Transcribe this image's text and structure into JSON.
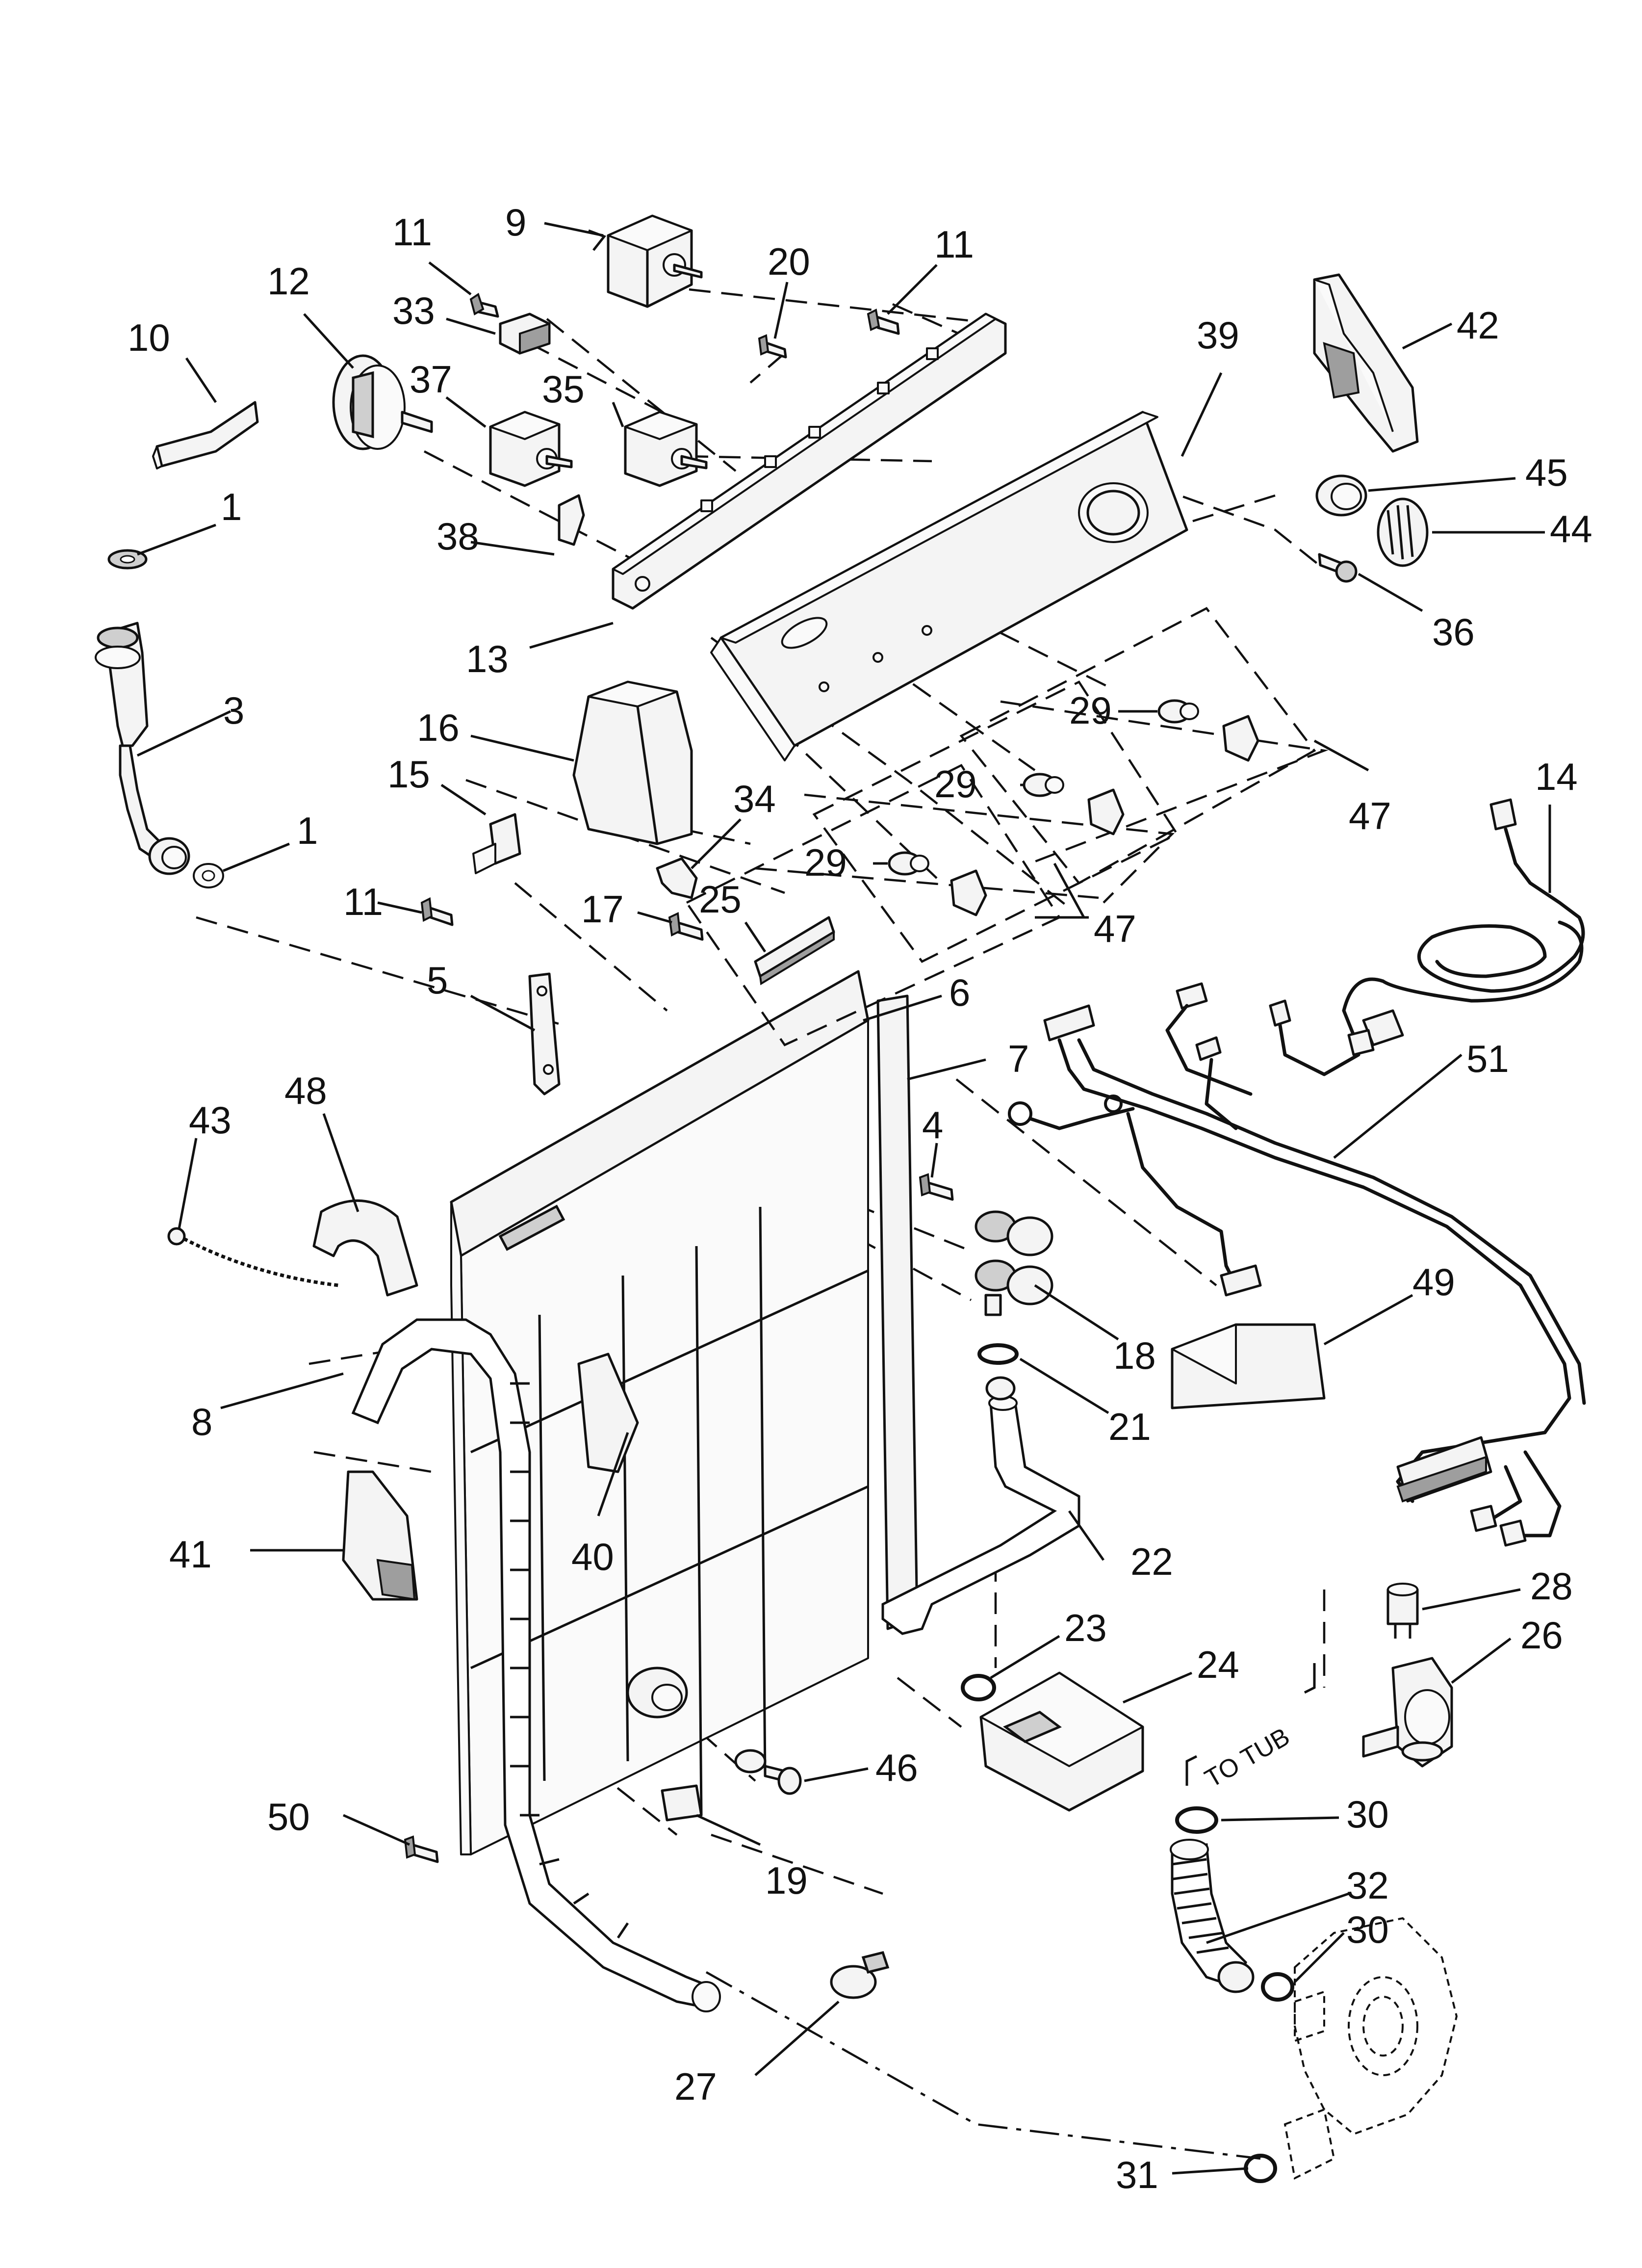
{
  "diagram": {
    "to_tub_label": "TO TUB",
    "callouts": {
      "c9": "9",
      "c11a": "11",
      "c20": "20",
      "c11b": "11",
      "c12": "12",
      "c33": "33",
      "c10": "10",
      "c37": "37",
      "c35": "35",
      "c39": "39",
      "c42": "42",
      "c1a": "1",
      "c38": "38",
      "c45": "45",
      "c44": "44",
      "c13": "13",
      "c36": "36",
      "c3": "3",
      "c16": "16",
      "c29a": "29",
      "c15": "15",
      "c14": "14",
      "c29b": "29",
      "c1b": "1",
      "c34": "34",
      "c47a": "47",
      "c29c": "29",
      "c11c": "11",
      "c17": "17",
      "c25": "25",
      "c47b": "47",
      "c5": "5",
      "c6": "6",
      "c7": "7",
      "c51": "51",
      "c43": "43",
      "c48": "48",
      "c4": "4",
      "c18": "18",
      "c49": "49",
      "c8": "8",
      "c21": "21",
      "c41": "41",
      "c40": "40",
      "c22": "22",
      "c28": "28",
      "c23": "23",
      "c24": "24",
      "c26": "26",
      "c46": "46",
      "c30a": "30",
      "c50": "50",
      "c19": "19",
      "c32": "32",
      "c30b": "30",
      "c27": "27",
      "c31": "31"
    }
  }
}
